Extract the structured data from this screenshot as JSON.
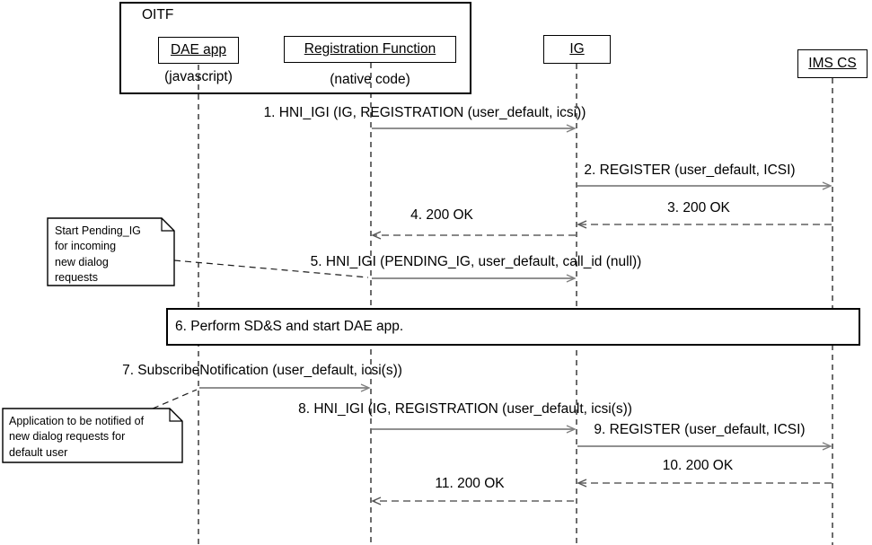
{
  "participants": {
    "oitf_label": "OITF",
    "dae": {
      "name": "DAE app",
      "type": "(javascript)"
    },
    "rf": {
      "name": "Registration Function",
      "type": "(native code)"
    },
    "ig": {
      "name": "IG"
    },
    "ims": {
      "name": "IMS CS"
    }
  },
  "messages": [
    {
      "text": "1. HNI_IGI (IG, REGISTRATION (user_default, icsi))",
      "from": "Registration Function",
      "to": "IG",
      "style": "solid"
    },
    {
      "text": "2. REGISTER (user_default, ICSI)",
      "from": "IG",
      "to": "IMS CS",
      "style": "solid"
    },
    {
      "text": "3. 200 OK",
      "from": "IMS CS",
      "to": "IG",
      "style": "dashed"
    },
    {
      "text": "4. 200 OK",
      "from": "IG",
      "to": "Registration Function",
      "style": "dashed"
    },
    {
      "text": "5. HNI_IGI (PENDING_IG, user_default, call_id (null))",
      "from": "Registration Function",
      "to": "IG",
      "style": "solid"
    },
    {
      "text": "6. Perform SD&S and start DAE app.",
      "from": "",
      "to": "",
      "style": "action-box"
    },
    {
      "text": "7. SubscribeNotification (user_default, icsi(s))",
      "from": "DAE app",
      "to": "Registration Function",
      "style": "solid"
    },
    {
      "text": "8. HNI_IGI (IG, REGISTRATION (user_default, icsi(s))",
      "from": "Registration Function",
      "to": "IG",
      "style": "solid"
    },
    {
      "text": "9. REGISTER (user_default, ICSI)",
      "from": "IG",
      "to": "IMS CS",
      "style": "solid"
    },
    {
      "text": "10. 200 OK",
      "from": "IMS CS",
      "to": "IG",
      "style": "dashed"
    },
    {
      "text": "11. 200 OK",
      "from": "IG",
      "to": "Registration Function",
      "style": "dashed"
    }
  ],
  "notes": [
    {
      "lines": [
        "Start Pending_IG",
        "for incoming",
        "new dialog",
        "requests"
      ]
    },
    {
      "lines": [
        "Application to be notified of",
        "new dialog requests for",
        "default user"
      ]
    }
  ],
  "colors": {
    "arrow": "#808080",
    "lifeline": "#2e2e2e",
    "border": "#000000",
    "background": "#ffffff"
  }
}
